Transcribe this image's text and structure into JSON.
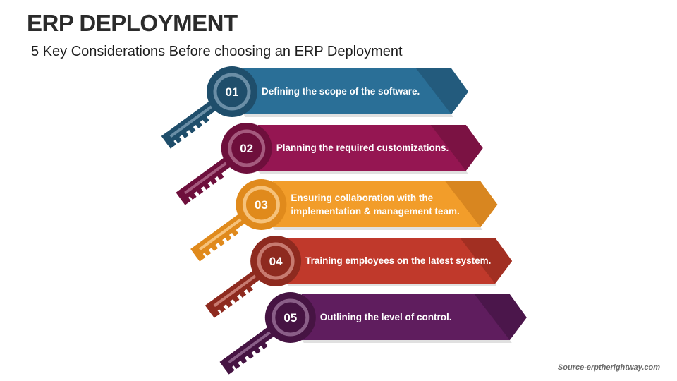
{
  "title": "ERP DEPLOYMENT",
  "subtitle": "5 Key Considerations Before choosing an ERP Deployment",
  "source": "Source-erptherightway.com",
  "items": [
    {
      "number": "01",
      "lines": [
        "Defining the scope of the software."
      ],
      "color": "#2a6f97",
      "dark": "#235b7d",
      "circle": "#1f4e6b",
      "ring": "#6a8ea6"
    },
    {
      "number": "02",
      "lines": [
        "Planning the required customizations."
      ],
      "color": "#951652",
      "dark": "#7b1243",
      "circle": "#6e0f3c",
      "ring": "#a55a7e"
    },
    {
      "number": "03",
      "lines": [
        "Ensuring collaboration with the",
        "implementation & management team."
      ],
      "color": "#f29d2a",
      "dark": "#d88620",
      "circle": "#e08a1c",
      "ring": "#f6c27a"
    },
    {
      "number": "04",
      "lines": [
        "Training employees on the latest system."
      ],
      "color": "#c0392b",
      "dark": "#a22f22",
      "circle": "#8e2a1f",
      "ring": "#c77a70"
    },
    {
      "number": "05",
      "lines": [
        "Outlining the level of control."
      ],
      "color": "#5f1d5e",
      "dark": "#4b164b",
      "circle": "#461443",
      "ring": "#8a5f88"
    }
  ]
}
